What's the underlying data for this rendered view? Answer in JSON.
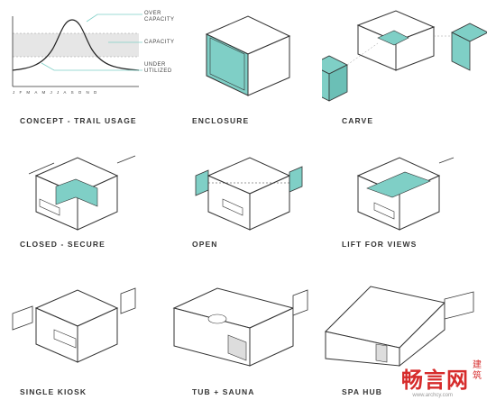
{
  "captions": {
    "concept": "CONCEPT - TRAIL USAGE",
    "enclosure": "ENCLOSURE",
    "carve": "CARVE",
    "closed": "CLOSED - SECURE",
    "open": "OPEN",
    "lift": "LIFT FOR VIEWS",
    "kiosk": "SINGLE KIOSK",
    "sauna": "TUB + SAUNA",
    "spa": "SPA HUB"
  },
  "concept": {
    "over_capacity": [
      "OVER",
      "CAPACITY"
    ],
    "capacity": "CAPACITY",
    "under_utilized": [
      "UNDER",
      "UTILIZED"
    ],
    "months": "JFMAMJJASOND"
  },
  "watermark": {
    "text": "畅言网",
    "side": "建筑",
    "url": "www.archcy.com"
  },
  "colors": {
    "accent": "#7fcfc6",
    "band": "#e6e6e6",
    "line": "#333333"
  }
}
